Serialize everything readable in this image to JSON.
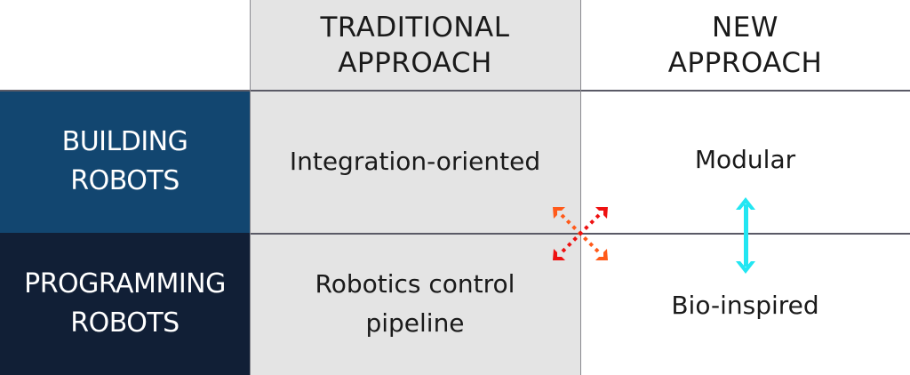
{
  "columns": {
    "traditional": "TRADITIONAL\nAPPROACH",
    "new": "NEW\nAPPROACH"
  },
  "rows": [
    {
      "label": "BUILDING\nROBOTS",
      "traditional": "Integration-oriented",
      "new": "Modular",
      "color": "#124670"
    },
    {
      "label": "PROGRAMMING\nROBOTS",
      "traditional": "Robotics control\npipeline",
      "new": "Bio-inspired",
      "color": "#111f36"
    }
  ],
  "colors": {
    "traditional_bg": "#e4e4e4",
    "cross_arrows": "#ff3300",
    "vertical_arrow": "#22e6f2"
  },
  "icons": {
    "cross": "diagonal-cross-arrows-icon",
    "vertical": "double-headed-vertical-arrow-icon"
  }
}
